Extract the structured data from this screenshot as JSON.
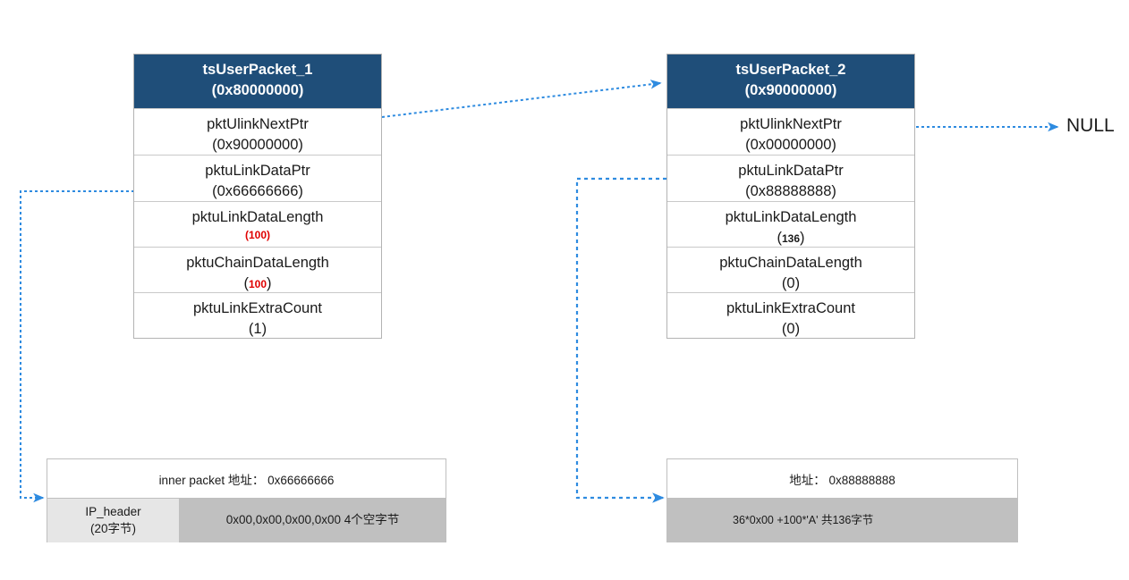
{
  "accent": {
    "header_blue": "#1F4E79",
    "wire_blue": "#2E8BE0",
    "highlight_red": "#e00000",
    "mem_light_gray": "#E6E6E6",
    "mem_dark_gray": "#C0C0C0"
  },
  "structs": [
    {
      "title": "tsUserPacket_1",
      "address": "(0x80000000)",
      "rows": [
        {
          "name": "pktUlinkNextPtr",
          "value": "(0x90000000)",
          "style": "plain"
        },
        {
          "name": "pktuLinkDataPtr",
          "value": "(0x66666666)",
          "style": "plain"
        },
        {
          "name": "pktuLinkDataLength",
          "value": "(100)",
          "style": "red-all"
        },
        {
          "name": "pktuChainDataLength",
          "value": "100",
          "style": "red-number",
          "prefix": "(",
          "suffix": ")"
        },
        {
          "name": "pktuLinkExtraCount",
          "value": "(1)",
          "style": "plain"
        }
      ]
    },
    {
      "title": "tsUserPacket_2",
      "address": "(0x90000000)",
      "rows": [
        {
          "name": "pktUlinkNextPtr",
          "value": "(0x00000000)",
          "style": "plain"
        },
        {
          "name": "pktuLinkDataPtr",
          "value": "(0x88888888)",
          "style": "plain"
        },
        {
          "name": "pktuLinkDataLength",
          "value": "136",
          "style": "dark-number",
          "prefix": "(",
          "suffix": ")"
        },
        {
          "name": "pktuChainDataLength",
          "value": "(0)",
          "style": "plain"
        },
        {
          "name": "pktuLinkExtraCount",
          "value": "(0)",
          "style": "plain"
        }
      ]
    }
  ],
  "memory_blocks": [
    {
      "title": "inner packet 地址： 0x66666666",
      "cells": [
        {
          "label": "IP_header\n(20字节)",
          "label_line1": "IP_header",
          "label_line2": "(20字节)",
          "shade": "light"
        },
        {
          "label": "0x00,0x00,0x00,0x00 4个空字节",
          "shade": "dark"
        }
      ]
    },
    {
      "title": "地址： 0x88888888",
      "cells": [
        {
          "label": "36*0x00 +100*'A' 共136字节",
          "shade": "dark"
        }
      ]
    }
  ],
  "labels": {
    "null_terminator": "NULL"
  },
  "connectors": [
    {
      "name": "packet1-next-to-packet2",
      "kind": "dotted-arrow"
    },
    {
      "name": "packet2-next-to-null",
      "kind": "dotted-arrow"
    },
    {
      "name": "packet1-dataptr-to-inner-packet-buffer",
      "kind": "dotted-elbow-arrow"
    },
    {
      "name": "packet2-dataptr-to-data-buffer",
      "kind": "dotted-elbow-arrow"
    }
  ]
}
